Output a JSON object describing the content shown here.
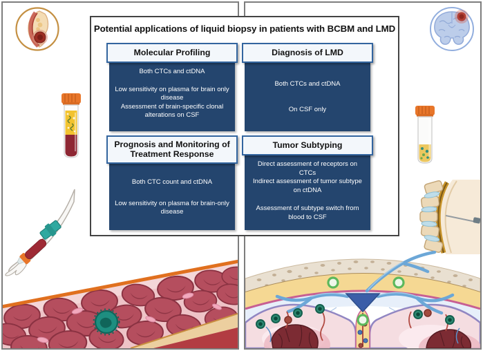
{
  "figure": {
    "title": "Potential applications of liquid biopsy in patients with BCBM and LMD",
    "boxes": [
      {
        "header": "Molecular Profiling",
        "paragraphs": [
          "Both CTCs and ctDNA",
          "Low sensitivity on plasma for brain only disease",
          "Assessment of brain-specific clonal alterations on CSF"
        ]
      },
      {
        "header": "Diagnosis of LMD",
        "paragraphs": [
          "Both CTCs and ctDNA",
          "On CSF only"
        ]
      },
      {
        "header": "Prognosis and Monitoring of Treatment Response",
        "paragraphs": [
          "Both CTC count and ctDNA",
          "Low sensitivity on plasma for brain-only disease"
        ]
      },
      {
        "header": "Tumor Subtyping",
        "paragraphs": [
          "Direct assessment of receptors on CTCs",
          "Indirect assessment of tumor subtype on ctDNA",
          "Assessment of subtype switch from blood to CSF"
        ]
      }
    ],
    "icons": {
      "top_left": "breast-cross-section-icon",
      "top_right": "brain-metastasis-icon",
      "mid_left": "blood-sample-tube-icon",
      "mid_right": "csf-sample-tube-icon",
      "bottom_left_small": "blood-draw-arm-icon",
      "bottom_right_small": "lumbar-puncture-spine-icon",
      "bottom_left_large": "blood-vessel-ctc-illustration",
      "bottom_right_large": "meninges-lmd-illustration"
    },
    "colors": {
      "box_header_bg": "#f3f7fb",
      "box_header_border": "#33659f",
      "box_body_bg": "#24456e",
      "box_body_text": "#ffffff",
      "panel_border": "#7d7d7d",
      "center_box_border": "#444444",
      "breast_circle_ring": "#c49043",
      "brain_circle_ring": "#92aede",
      "tube_cap_orange": "#e8762a",
      "plasma_yellow": "#f2c330",
      "blood_dark_red": "#8e2733",
      "rbc_red": "#b54e5e",
      "ctc_teal": "#1e8e80",
      "vessel_wall_orange": "#e0701f",
      "skull_beige": "#e9e0d1",
      "dura_yellow": "#f5d893",
      "csf_blue": "#e7effa",
      "tumor_dark_red": "#7c2b33",
      "lmd_cell_green": "#2e8b74",
      "green_ring": "#5cb85c"
    }
  }
}
